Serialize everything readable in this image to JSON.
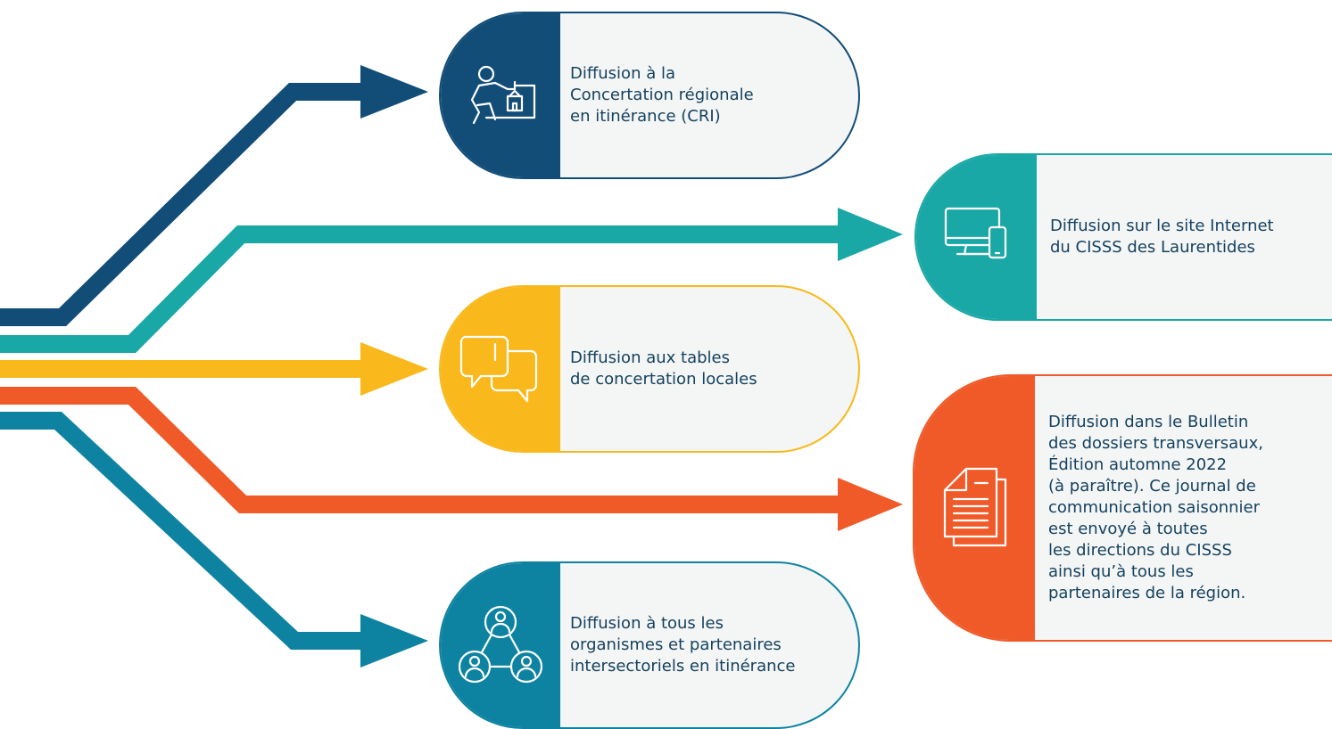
{
  "colors": {
    "navy": "#124d78",
    "teal": "#1aa8a6",
    "yellow": "#f9b91c",
    "orange": "#f05a28",
    "ocean": "#0e83a1"
  },
  "cards": [
    {
      "id": "cri",
      "color": "navy",
      "icon": "person-at-desk-icon",
      "text": "Diffusion à la\nConcertation régionale\nen itinérance (CRI)"
    },
    {
      "id": "web",
      "color": "teal",
      "icon": "computer-phone-icon",
      "text": "Diffusion sur le site Internet\ndu CISSS des Laurentides"
    },
    {
      "id": "tables",
      "color": "yellow",
      "icon": "chat-bubbles-icon",
      "text": "Diffusion aux tables\nde concertation locales"
    },
    {
      "id": "bulletin",
      "color": "orange",
      "icon": "document-icon",
      "text": "Diffusion dans le Bulletin\ndes dossiers transversaux,\nÉdition automne 2022\n(à paraître). Ce journal de\ncommunication saisonnier\nest envoyé à toutes\nles directions du CISSS\nainsi qu’à tous les\npartenaires de la région."
    },
    {
      "id": "organismes",
      "color": "ocean",
      "icon": "people-network-icon",
      "text": "Diffusion à tous les\norganismes et partenaires\nintersectoriels en itinérance"
    }
  ]
}
